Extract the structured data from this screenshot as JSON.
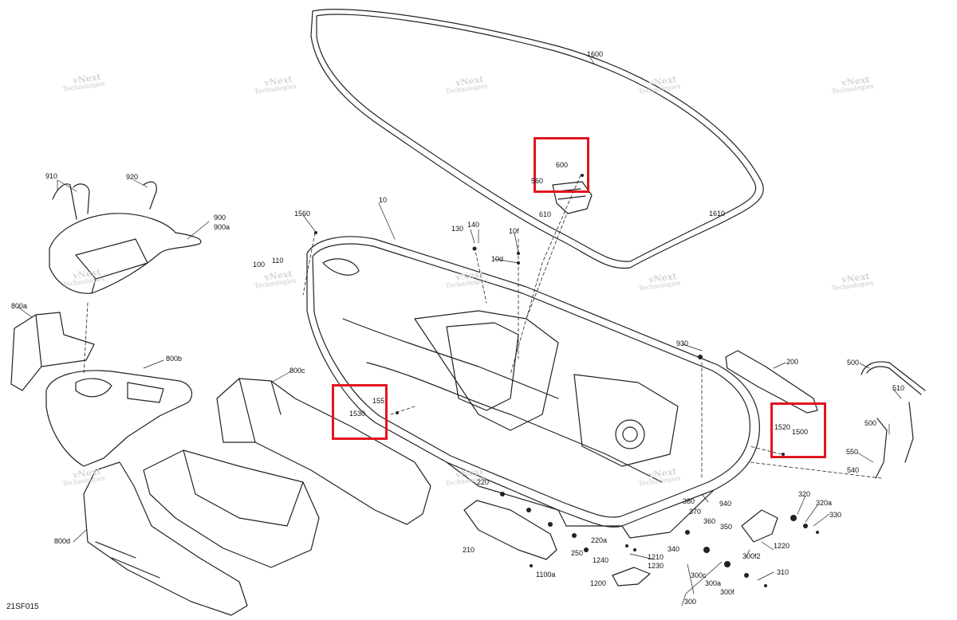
{
  "diagram": {
    "drawing_code": "21SF015",
    "watermark": {
      "line1": "vNext",
      "line2": "Technologies"
    },
    "highlight_color": "#e0151f",
    "callouts": {
      "c1600": "1600",
      "c1610": "1610",
      "c600": "600",
      "c560": "560",
      "c610": "610",
      "c10": "10",
      "c1560": "1560",
      "c130": "130",
      "c140": "140",
      "c10f": "10f",
      "c10d": "10d",
      "c100": "100",
      "c110": "110",
      "c910": "910",
      "c920": "920",
      "c900": "900",
      "c900a": "900a",
      "c800a": "800a",
      "c800b": "800b",
      "c800c": "800c",
      "c800d": "800d",
      "c155": "155",
      "c1530": "1530",
      "c930": "930",
      "c200": "200",
      "c1520": "1520",
      "c1500": "1500",
      "c500a": "500",
      "c510": "510",
      "c500b": "500",
      "c550": "550",
      "c540": "540",
      "c220": "220",
      "c210": "210",
      "c220a": "220a",
      "c250": "250",
      "c1100a": "1100a",
      "c380": "380",
      "c370": "370",
      "c360": "360",
      "c350": "350",
      "c940": "940",
      "c340": "340",
      "c1240": "1240",
      "c1210": "1210",
      "c1230": "1230",
      "c1200": "1200",
      "c1220": "1220",
      "c320": "320",
      "c320a": "320a",
      "c330": "330",
      "c300f2": "300f2",
      "c310": "310",
      "c300c": "300c",
      "c300a": "300a",
      "c300f": "300f",
      "c300": "300"
    }
  }
}
